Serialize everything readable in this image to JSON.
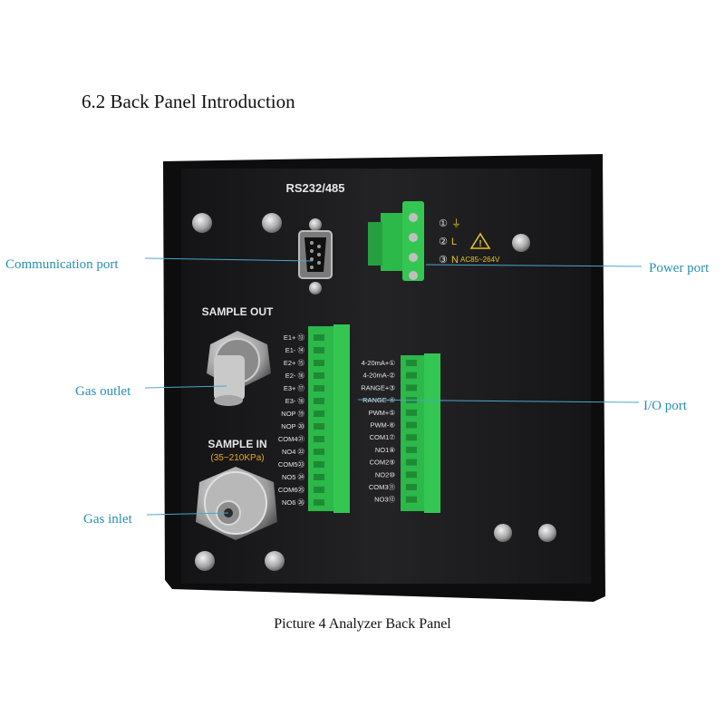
{
  "heading": "6.2 Back Panel Introduction",
  "caption": "Picture 4 Analyzer Back Panel",
  "callouts": {
    "communication": "Communication port",
    "power": "Power port",
    "gas_outlet": "Gas outlet",
    "io": "I/O port",
    "gas_inlet": "Gas  inlet"
  },
  "panel": {
    "rs_label": "RS232/485",
    "sample_out": "SAMPLE OUT",
    "sample_in": "SAMPLE IN",
    "sample_in_range": "(35~210KPa)",
    "power_nums": [
      "①",
      "②",
      "③"
    ],
    "power_letters": [
      "⏚",
      "L",
      "N"
    ],
    "power_spec": "AC85~264V",
    "warning": "!"
  },
  "left_terminals": [
    "E1+ ⑬",
    "E1- ⑭",
    "E2+ ⑮",
    "E2- ⑯",
    "E3+ ⑰",
    "E3- ⑱",
    "NOP ⑲",
    "NOP ⑳",
    "COM4㉑",
    "NO4 ㉒",
    "COM5㉓",
    "NO5 ㉔",
    "COM6㉕",
    "NO6 ㉖"
  ],
  "right_terminals": [
    "4-20mA+①",
    "4-20mA-②",
    "RANGE+③",
    "RANGE-④",
    "PWM+⑤",
    "PWM-⑥",
    "COM1⑦",
    "NO1⑧",
    "COM2⑨",
    "NO2⑩",
    "COM3⑪",
    "NO3⑫"
  ],
  "colors": {
    "panel": "#1c1c1e",
    "terminal_green": "#2db84a",
    "callout_line": "#4aa6cc",
    "warning_yellow": "#e8c21a"
  }
}
